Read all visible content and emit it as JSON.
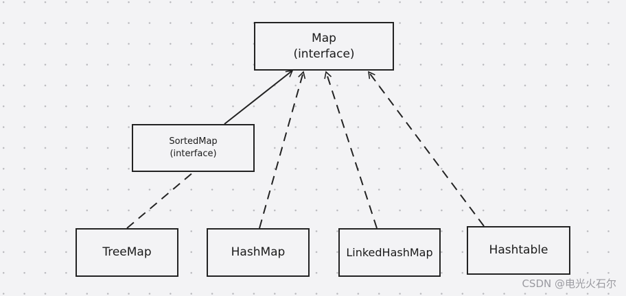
{
  "nodes": {
    "map": {
      "name": "Map",
      "kind": "(interface)"
    },
    "sortedmap": {
      "name": "SortedMap",
      "kind": "(interface)"
    },
    "treemap": {
      "name": "TreeMap"
    },
    "hashmap": {
      "name": "HashMap"
    },
    "linkedhashmap": {
      "name": "LinkedHashMap"
    },
    "hashtable": {
      "name": "Hashtable"
    }
  },
  "edges": [
    {
      "from": "sortedmap",
      "to": "map",
      "style": "solid"
    },
    {
      "from": "hashmap",
      "to": "map",
      "style": "dashed"
    },
    {
      "from": "linkedhashmap",
      "to": "map",
      "style": "dashed"
    },
    {
      "from": "hashtable",
      "to": "map",
      "style": "dashed"
    },
    {
      "from": "treemap",
      "to": "sortedmap",
      "style": "dashed"
    }
  ],
  "watermark": "CSDN @电光火石尔",
  "colors": {
    "background": "#f3f3f5",
    "stroke": "#222222",
    "grid_dot": "#b9b9bd"
  }
}
